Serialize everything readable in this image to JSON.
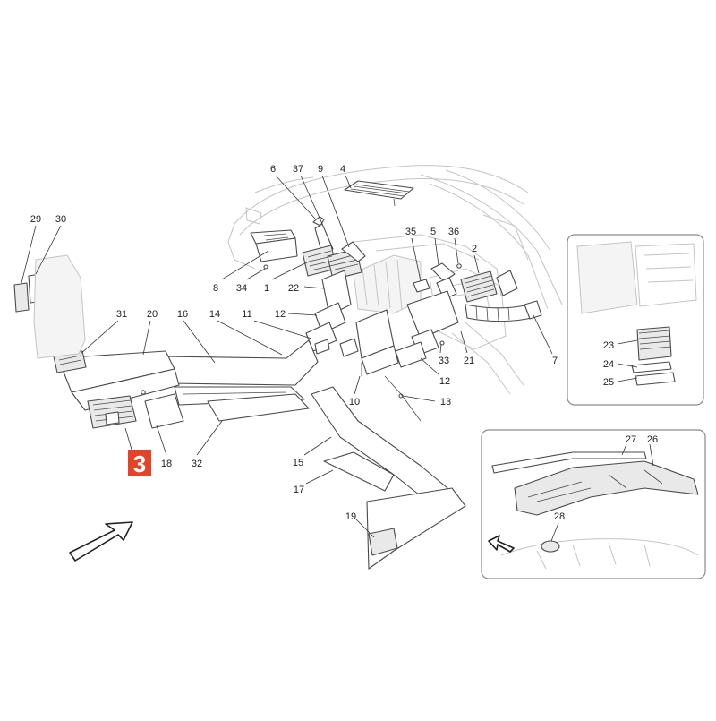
{
  "diagram": {
    "highlight": {
      "label": "3",
      "color": "#e4432a"
    },
    "callouts": [
      {
        "id": "6",
        "label": "6"
      },
      {
        "id": "37",
        "label": "37"
      },
      {
        "id": "9",
        "label": "9"
      },
      {
        "id": "4",
        "label": "4"
      },
      {
        "id": "29",
        "label": "29"
      },
      {
        "id": "30",
        "label": "30"
      },
      {
        "id": "35",
        "label": "35"
      },
      {
        "id": "5",
        "label": "5"
      },
      {
        "id": "36",
        "label": "36"
      },
      {
        "id": "2",
        "label": "2"
      },
      {
        "id": "8",
        "label": "8"
      },
      {
        "id": "34",
        "label": "34"
      },
      {
        "id": "1",
        "label": "1"
      },
      {
        "id": "22",
        "label": "22"
      },
      {
        "id": "31",
        "label": "31"
      },
      {
        "id": "20",
        "label": "20"
      },
      {
        "id": "16",
        "label": "16"
      },
      {
        "id": "14",
        "label": "14"
      },
      {
        "id": "11",
        "label": "11"
      },
      {
        "id": "12a",
        "label": "12"
      },
      {
        "id": "7",
        "label": "7"
      },
      {
        "id": "33",
        "label": "33"
      },
      {
        "id": "21",
        "label": "21"
      },
      {
        "id": "12b",
        "label": "12"
      },
      {
        "id": "10",
        "label": "10"
      },
      {
        "id": "13",
        "label": "13"
      },
      {
        "id": "18",
        "label": "18"
      },
      {
        "id": "32",
        "label": "32"
      },
      {
        "id": "15",
        "label": "15"
      },
      {
        "id": "17",
        "label": "17"
      },
      {
        "id": "19",
        "label": "19"
      },
      {
        "id": "23",
        "label": "23"
      },
      {
        "id": "24",
        "label": "24"
      },
      {
        "id": "25",
        "label": "25"
      },
      {
        "id": "27",
        "label": "27"
      },
      {
        "id": "26",
        "label": "26"
      },
      {
        "id": "28",
        "label": "28"
      }
    ]
  }
}
